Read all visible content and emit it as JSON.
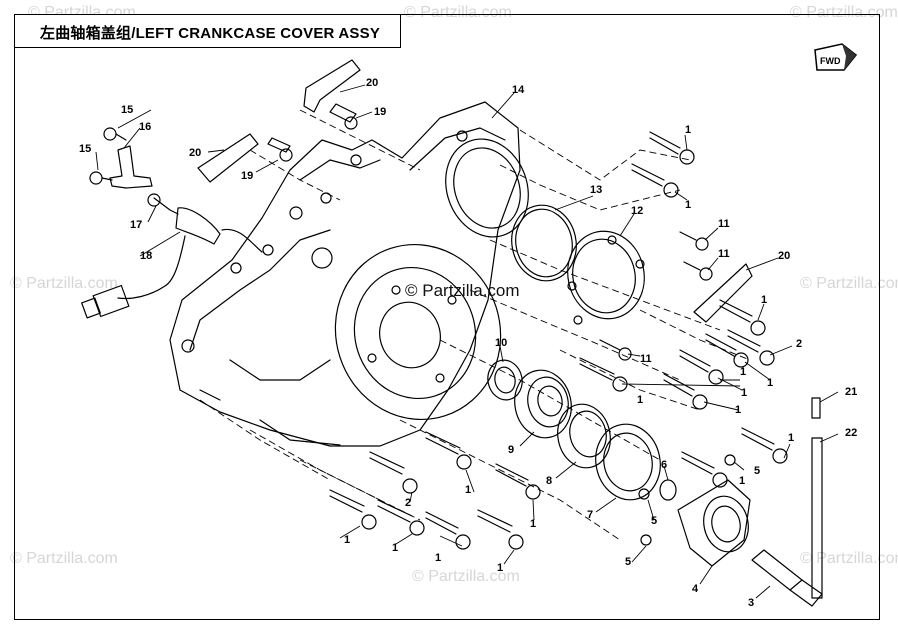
{
  "title": "左曲轴箱盖组/LEFT CRANKCASE COVER ASSY",
  "direction_label": "FWD",
  "center_watermark": "© Partzilla.com",
  "watermarks": [
    "© Partzilla.com",
    "© Partzilla.com",
    "© Partzilla.com",
    "© Partzilla.com",
    "© Partzilla.com",
    "© Partzilla.com",
    "© Partzilla.com",
    "© Partzilla.com"
  ],
  "callouts": [
    "1",
    "1",
    "1",
    "1",
    "1",
    "1",
    "1",
    "1",
    "1",
    "1",
    "1",
    "1",
    "1",
    "1",
    "1",
    "1",
    "2",
    "2",
    "3",
    "4",
    "5",
    "5",
    "5",
    "6",
    "7",
    "8",
    "9",
    "10",
    "11",
    "11",
    "11",
    "12",
    "13",
    "14",
    "15",
    "15",
    "16",
    "17",
    "18",
    "19",
    "19",
    "20",
    "20",
    "20",
    "21",
    "22"
  ]
}
